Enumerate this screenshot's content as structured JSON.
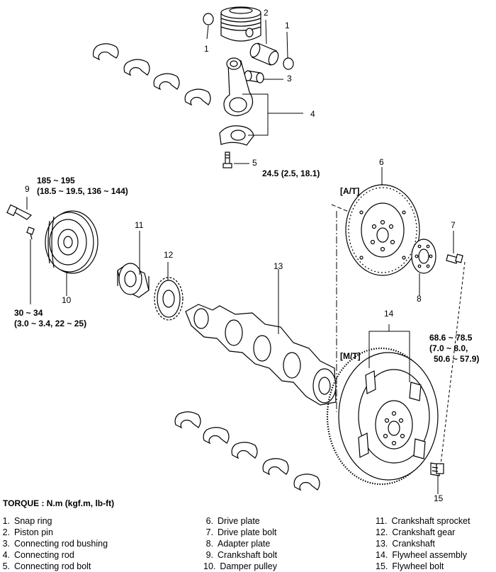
{
  "callouts": {
    "c1a": "1",
    "c1b": "1",
    "c2": "2",
    "c3": "3",
    "c4": "4",
    "c5": "5",
    "c6": "6",
    "c7": "7",
    "c8": "8",
    "c9": "9",
    "c10": "10",
    "c11": "11",
    "c12": "12",
    "c13": "13",
    "c14": "14",
    "c15": "15"
  },
  "variants": {
    "at": "[A/T]",
    "mt": "[M/T]"
  },
  "torques": {
    "crank_bolt_1": "185 ~ 195",
    "crank_bolt_2": "(18.5 ~ 19.5, 136 ~ 144)",
    "rod_bolt": "24.5 (2.5, 18.1)",
    "pulley_bolt_1": "30 ~ 34",
    "pulley_bolt_2": "(3.0 ~ 3.4, 22 ~ 25)",
    "flywheel_bolt_1": "68.6 ~ 78.5",
    "flywheel_bolt_2": "(7.0 ~ 8.0,",
    "flywheel_bolt_3": "50.6 ~ 57.9)"
  },
  "torque_note": "TORQUE : N.m (kgf.m, lb-ft)",
  "legend": [
    [
      {
        "n": "1.",
        "t": "Snap ring"
      },
      {
        "n": "2.",
        "t": "Piston pin"
      },
      {
        "n": "3.",
        "t": "Connecting rod bushing"
      },
      {
        "n": "4.",
        "t": "Connecting rod"
      },
      {
        "n": "5.",
        "t": "Connecting rod bolt"
      }
    ],
    [
      {
        "n": "6.",
        "t": "Drive plate"
      },
      {
        "n": "7.",
        "t": "Drive plate bolt"
      },
      {
        "n": "8.",
        "t": "Adapter plate"
      },
      {
        "n": "9.",
        "t": "Crankshaft bolt"
      },
      {
        "n": "10.",
        "t": "Damper pulley"
      }
    ],
    [
      {
        "n": "11.",
        "t": "Crankshaft sprocket"
      },
      {
        "n": "12.",
        "t": "Crankshaft gear"
      },
      {
        "n": "13.",
        "t": "Crankshaft"
      },
      {
        "n": "14.",
        "t": "Flywheel assembly"
      },
      {
        "n": "15.",
        "t": "Flywheel bolt"
      }
    ]
  ]
}
